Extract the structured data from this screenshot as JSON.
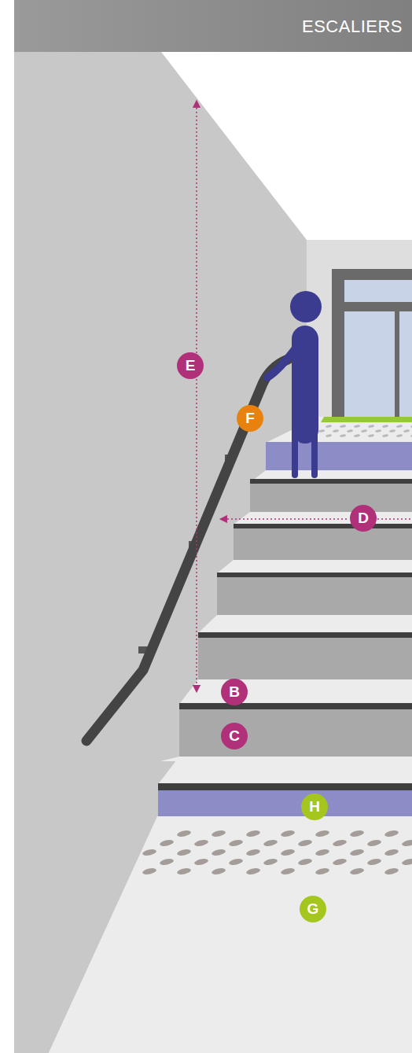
{
  "diagram": {
    "title": "ESCALIERS",
    "labels": [
      "E",
      "F",
      "D",
      "B",
      "C",
      "H",
      "G"
    ]
  }
}
